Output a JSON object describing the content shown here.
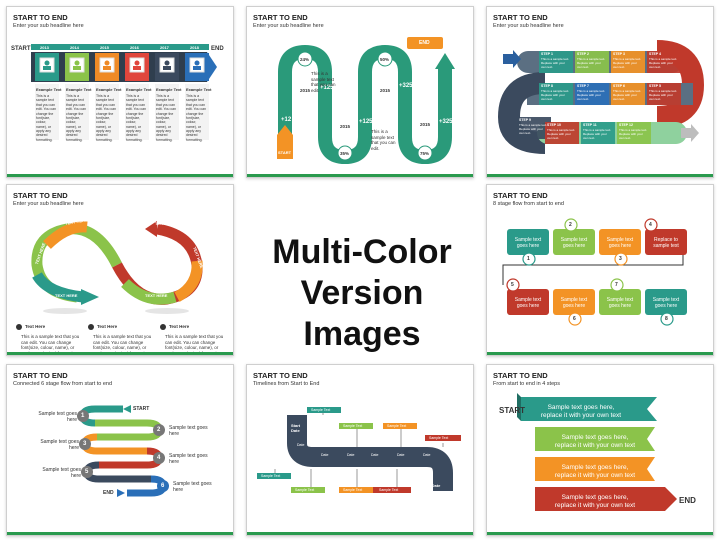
{
  "common": {
    "title": "START TO END"
  },
  "slide1": {
    "sub": "Enter your sub headline here",
    "start": "START",
    "end": "END",
    "years": [
      "2013",
      "2014",
      "2015",
      "2016",
      "2017",
      "2018"
    ],
    "heading": "Example Text",
    "body": "This is a sample text that you can edit. You can change the font(size, colour, name), or apply any desired formatting.",
    "colors": [
      "#2a9a8a",
      "#8bc34a",
      "#ef8a26",
      "#e0463c",
      "#3b4a5e",
      "#2a6fb8"
    ]
  },
  "slide2": {
    "sub": "Enter your sub headline here",
    "end": "END",
    "start": "START",
    "pcts": [
      "24%",
      "50%",
      "35%",
      "75%"
    ],
    "years": [
      "2015",
      "2015",
      "2015",
      "2015"
    ],
    "vals": [
      "+12",
      "+125",
      "+125",
      "+325",
      "+325"
    ],
    "body": "This is a sample text that you can edit."
  },
  "slide3": {
    "steps": [
      "STEP 1",
      "STEP 2",
      "STEP 3",
      "STEP 4",
      "STEP 5",
      "STEP 6",
      "STEP 7",
      "STEP 8",
      "STEP 9",
      "STEP 10",
      "STEP 11",
      "STEP 12"
    ],
    "body": "This is a sample text. Replace with your own text."
  },
  "slide4": {
    "sub": "Enter your sub headline here",
    "label": "TEXT HERE",
    "heading": "Text Here",
    "body": "This is a sample text that you can edit. You can change font(size, colour, name), or apply any desired formatting."
  },
  "center": {
    "line1": "Multi-Color",
    "line2": "Version Images"
  },
  "slide5": {
    "sub": "8 stage flow from start to end",
    "boxes": [
      "Sample text goes here",
      "Sample text goes here",
      "Sample text goes here",
      "Replace to sample text",
      "Sample text goes here",
      "Sample text goes here",
      "Sample text goes here",
      "Sample text goes here"
    ],
    "nums": [
      "1",
      "2",
      "3",
      "4",
      "5",
      "6",
      "7",
      "8"
    ]
  },
  "slide6": {
    "sub": "Connected 6 stage flow from start to end",
    "start": "START",
    "end": "END",
    "label": "Sample text goes here",
    "nums": [
      "1",
      "2",
      "3",
      "4",
      "5",
      "6"
    ]
  },
  "slide7": {
    "sub": "Timelines from Start to End",
    "label": "Sample Text",
    "start": "Start Date",
    "endd": "End Date",
    "date": "Date"
  },
  "slide8": {
    "sub": "From start to end in 4 steps",
    "start": "START",
    "end": "END",
    "text1": "Sample text goes here,",
    "text2": "replace it with your own text"
  }
}
